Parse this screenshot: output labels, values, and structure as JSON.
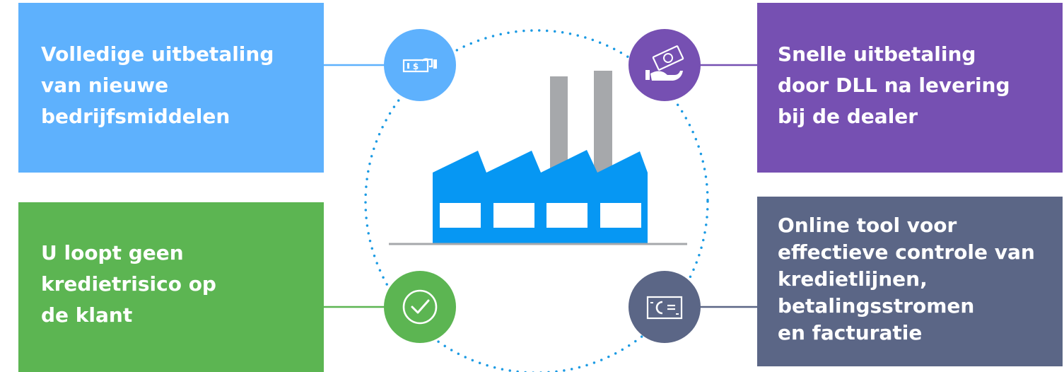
{
  "colors": {
    "blue_light": "#5EB1FD",
    "blue_factory": "#0697F3",
    "purple": "#7650B2",
    "green": "#5CB552",
    "slate": "#5B6686",
    "chimney_gray": "#A6A8AB",
    "ground_gray": "#A6A8AB",
    "dotted_circle": "#1B9AE3"
  },
  "benefits": {
    "top_left": {
      "lines": [
        "Volledige uitbetaling",
        "van nieuwe",
        "bedrijfsmiddelen"
      ],
      "icon": "cash-hand-icon"
    },
    "top_right": {
      "lines": [
        "Snelle uitbetaling",
        "door DLL na levering",
        "bij de dealer"
      ],
      "icon": "money-hand-icon"
    },
    "bottom_left": {
      "lines": [
        "U loopt geen",
        "kredietrisico op",
        "de klant"
      ],
      "icon": "checkmark-circle-icon"
    },
    "bottom_right": {
      "lines": [
        "Online tool voor",
        "effectieve controle van",
        "kredietlijnen,",
        "betalingsstromen",
        "en facturatie"
      ],
      "icon": "credit-card-icon"
    }
  },
  "center": {
    "icon": "factory-icon"
  }
}
